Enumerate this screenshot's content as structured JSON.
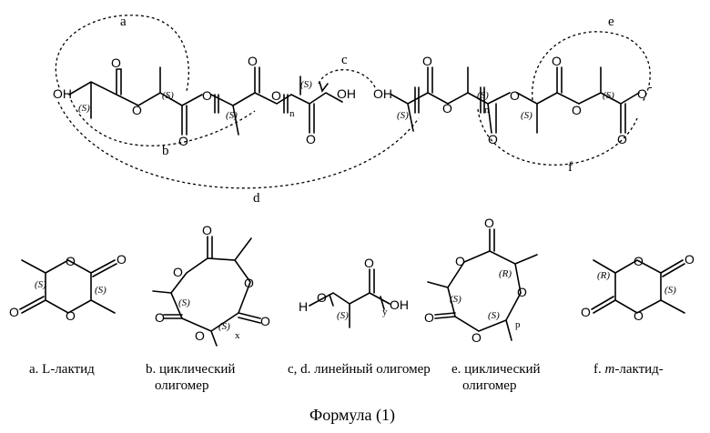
{
  "reaction_labels": {
    "a": "a",
    "b": "b",
    "c": "c",
    "d": "d",
    "e": "e",
    "f": "f"
  },
  "chain": {
    "oh_left": "OH",
    "oh_right": "OH",
    "o_atom": "O",
    "o_minus": "O",
    "minus": "-",
    "stereo_s": "(S)",
    "n": "n"
  },
  "structures": {
    "lactide_l": {
      "stereo": "(S)"
    },
    "cyclic_b": {
      "stereo": "(S)",
      "x": "x"
    },
    "linear": {
      "h": "H",
      "o": "O",
      "oh": "OH",
      "stereo": "(S)",
      "y": "y"
    },
    "cyclic_e": {
      "stereo_r": "(R)",
      "stereo_s": "(S)",
      "p": "p"
    },
    "lactide_m": {
      "stereo_r": "(R)",
      "stereo_s": "(S)"
    }
  },
  "captions": {
    "a": "a. L-лактид",
    "b1": "b. циклический",
    "b2": "олигомер",
    "cd": "c, d.  линейный олигомер",
    "e1": "e.  циклический",
    "e2": "олигомер",
    "f_pre": "f. ",
    "f_m": "m",
    "f_post": "-лактид-"
  },
  "formula_label": "Формула (1)"
}
